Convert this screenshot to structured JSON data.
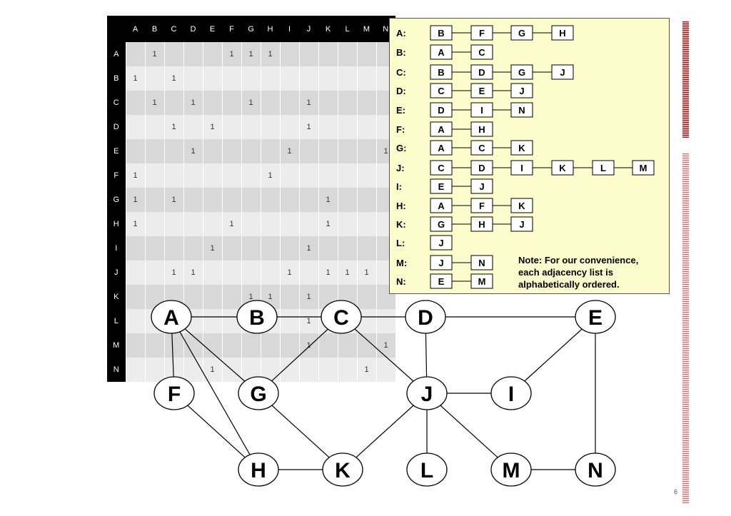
{
  "matrix": {
    "columns": [
      "A",
      "B",
      "C",
      "D",
      "E",
      "F",
      "G",
      "H",
      "I",
      "J",
      "K",
      "L",
      "M",
      "N"
    ],
    "rows": [
      {
        "label": "A",
        "cells": [
          "",
          "1",
          "",
          "",
          "",
          "1",
          "1",
          "1",
          "",
          "",
          "",
          "",
          "",
          ""
        ]
      },
      {
        "label": "B",
        "cells": [
          "1",
          "",
          "1",
          "",
          "",
          "",
          "",
          "",
          "",
          "",
          "",
          "",
          "",
          ""
        ]
      },
      {
        "label": "C",
        "cells": [
          "",
          "1",
          "",
          "1",
          "",
          "",
          "1",
          "",
          "",
          "1",
          "",
          "",
          "",
          ""
        ]
      },
      {
        "label": "D",
        "cells": [
          "",
          "",
          "1",
          "",
          "1",
          "",
          "",
          "",
          "",
          "1",
          "",
          "",
          "",
          ""
        ]
      },
      {
        "label": "E",
        "cells": [
          "",
          "",
          "",
          "1",
          "",
          "",
          "",
          "",
          "1",
          "",
          "",
          "",
          "",
          "1"
        ]
      },
      {
        "label": "F",
        "cells": [
          "1",
          "",
          "",
          "",
          "",
          "",
          "",
          "1",
          "",
          "",
          "",
          "",
          "",
          ""
        ]
      },
      {
        "label": "G",
        "cells": [
          "1",
          "",
          "1",
          "",
          "",
          "",
          "",
          "",
          "",
          "",
          "1",
          "",
          "",
          ""
        ]
      },
      {
        "label": "H",
        "cells": [
          "1",
          "",
          "",
          "",
          "",
          "1",
          "",
          "",
          "",
          "",
          "1",
          "",
          "",
          ""
        ]
      },
      {
        "label": "I",
        "cells": [
          "",
          "",
          "",
          "",
          "1",
          "",
          "",
          "",
          "",
          "1",
          "",
          "",
          "",
          ""
        ]
      },
      {
        "label": "J",
        "cells": [
          "",
          "",
          "1",
          "1",
          "",
          "",
          "",
          "",
          "1",
          "",
          "1",
          "1",
          "1",
          ""
        ]
      },
      {
        "label": "K",
        "cells": [
          "",
          "",
          "",
          "",
          "",
          "",
          "1",
          "1",
          "",
          "1",
          "",
          "",
          "",
          ""
        ]
      },
      {
        "label": "L",
        "cells": [
          "",
          "",
          "",
          "",
          "",
          "",
          "",
          "",
          "",
          "1",
          "",
          "",
          "",
          ""
        ]
      },
      {
        "label": "M",
        "cells": [
          "",
          "",
          "",
          "",
          "",
          "",
          "",
          "",
          "",
          "1",
          "",
          "",
          "",
          "1"
        ]
      },
      {
        "label": "N",
        "cells": [
          "",
          "",
          "",
          "",
          "1",
          "",
          "",
          "",
          "",
          "",
          "",
          "",
          "1",
          ""
        ]
      }
    ]
  },
  "adjacency": [
    {
      "label": "A:",
      "items": [
        "B",
        "F",
        "G",
        "H"
      ]
    },
    {
      "label": "B:",
      "items": [
        "A",
        "C"
      ]
    },
    {
      "label": "C:",
      "items": [
        "B",
        "D",
        "G",
        "J"
      ]
    },
    {
      "label": "D:",
      "items": [
        "C",
        "E",
        "J"
      ]
    },
    {
      "label": "E:",
      "items": [
        "D",
        "I",
        "N"
      ]
    },
    {
      "label": "F:",
      "items": [
        "A",
        "H"
      ]
    },
    {
      "label": "G:",
      "items": [
        "A",
        "C",
        "K"
      ]
    },
    {
      "label": "J:",
      "items": [
        "C",
        "D",
        "I",
        "K",
        "L",
        "M"
      ]
    },
    {
      "label": "I:",
      "items": [
        "E",
        "J"
      ]
    },
    {
      "label": "H:",
      "items": [
        "A",
        "F",
        "K"
      ]
    },
    {
      "label": "K:",
      "items": [
        "G",
        "H",
        "J"
      ]
    },
    {
      "label": "L:",
      "items": [
        "J"
      ]
    },
    {
      "label": "M:",
      "items": [
        "J",
        "N"
      ]
    },
    {
      "label": "N:",
      "items": [
        "E",
        "M"
      ]
    }
  ],
  "note": "Note: For our convenience, each adjacency list is alphabetically ordered.",
  "graph": {
    "nodes": [
      "A",
      "B",
      "C",
      "D",
      "E",
      "F",
      "G",
      "J",
      "I",
      "H",
      "K",
      "L",
      "M",
      "N"
    ],
    "edges": [
      [
        "A",
        "B"
      ],
      [
        "B",
        "C"
      ],
      [
        "C",
        "D"
      ],
      [
        "D",
        "E"
      ],
      [
        "A",
        "F"
      ],
      [
        "A",
        "G"
      ],
      [
        "A",
        "H"
      ],
      [
        "C",
        "G"
      ],
      [
        "C",
        "J"
      ],
      [
        "D",
        "J"
      ],
      [
        "E",
        "I"
      ],
      [
        "E",
        "N"
      ],
      [
        "F",
        "H"
      ],
      [
        "G",
        "K"
      ],
      [
        "J",
        "I"
      ],
      [
        "J",
        "K"
      ],
      [
        "J",
        "L"
      ],
      [
        "J",
        "M"
      ],
      [
        "H",
        "K"
      ],
      [
        "M",
        "N"
      ]
    ]
  },
  "page_number": "6",
  "colors": {
    "panel": "#fdfccc",
    "header": "#000000",
    "accent": "#8b1f1f"
  }
}
